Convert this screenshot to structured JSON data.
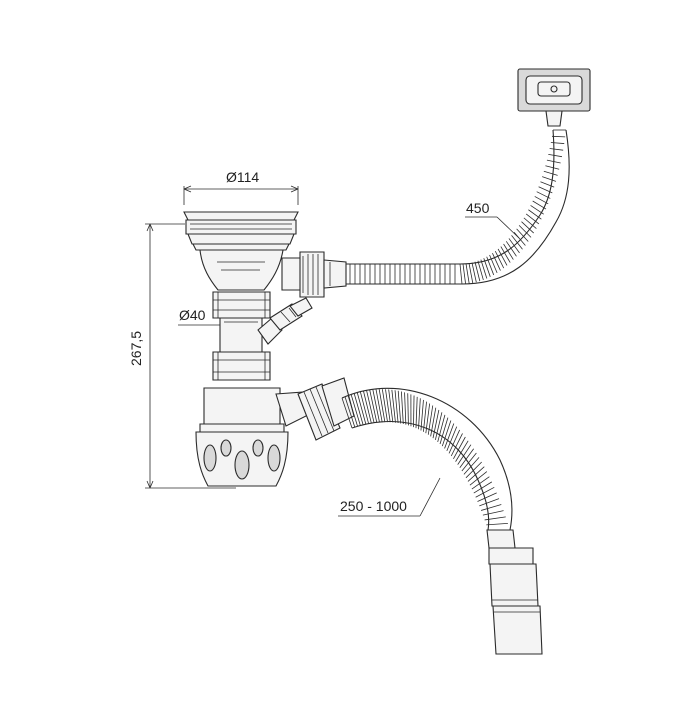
{
  "dimensions": {
    "top_diameter": "Ø114",
    "side_outlet_diameter": "Ø40",
    "height": "267,5",
    "overflow_hose_length": "450",
    "drain_hose_length": "250 - 1000"
  },
  "colors": {
    "line": "#2b2b2b",
    "fill_light": "#f4f4f4",
    "fill_mid": "#d9d9d9",
    "background": "#ffffff"
  }
}
